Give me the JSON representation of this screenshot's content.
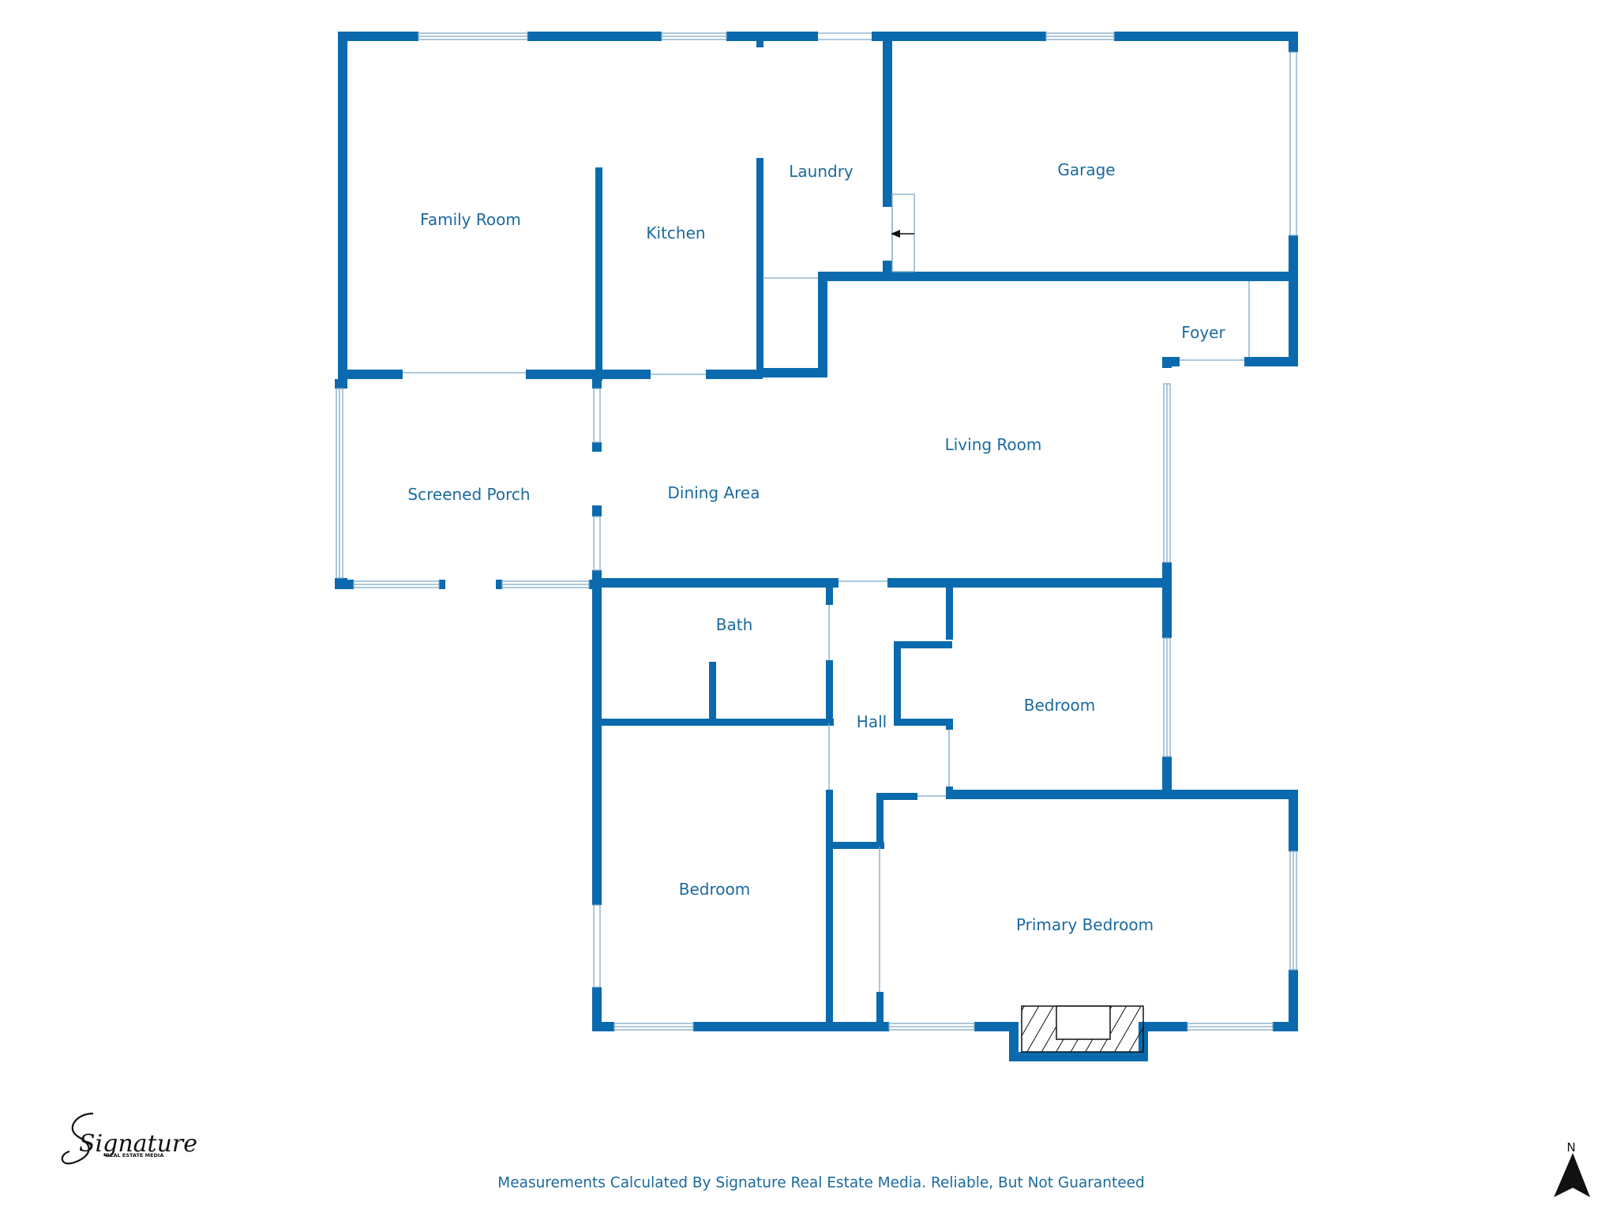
{
  "rooms": {
    "family_room": "Family Room",
    "kitchen": "Kitchen",
    "laundry": "Laundry",
    "garage": "Garage",
    "foyer": "Foyer",
    "living_room": "Living Room",
    "dining_area": "Dining Area",
    "screened_porch": "Screened Porch",
    "bath": "Bath",
    "hall": "Hall",
    "bedroom_east": "Bedroom",
    "bedroom_west": "Bedroom",
    "primary_bedroom": "Primary Bedroom"
  },
  "footer": "Measurements Calculated By Signature Real Estate Media. Reliable, But Not Guaranteed",
  "brand": {
    "logo_text": "Signature",
    "logo_subtext": "REAL ESTATE MEDIA"
  },
  "compass": {
    "letter": "N"
  },
  "colors": {
    "wall": "#0a6aad",
    "text": "#1b6a9e",
    "window": "#6f9fbf"
  },
  "icons": {
    "compass": "north-arrow-icon",
    "logo": "signature-logo-icon",
    "fireplace": "fireplace-icon",
    "door_swing": "door-arrow-icon"
  }
}
